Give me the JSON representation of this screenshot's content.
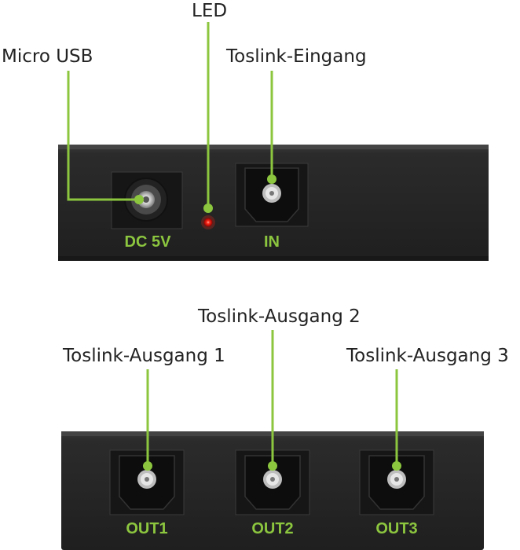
{
  "callouts": {
    "led": "LED",
    "micro_usb": "Micro USB",
    "toslink_in": "Toslink-Eingang",
    "toslink_out_1": "Toslink-Ausgang 1",
    "toslink_out_2": "Toslink-Ausgang 2",
    "toslink_out_3": "Toslink-Ausgang 3"
  },
  "ports": {
    "dc": "DC 5V",
    "in": "IN",
    "out1": "OUT1",
    "out2": "OUT2",
    "out3": "OUT3"
  },
  "colors": {
    "accent_green": "#8cc63f",
    "device_body": "#2a2a2a",
    "led_red": "#ff2a1a",
    "text": "#222222"
  }
}
